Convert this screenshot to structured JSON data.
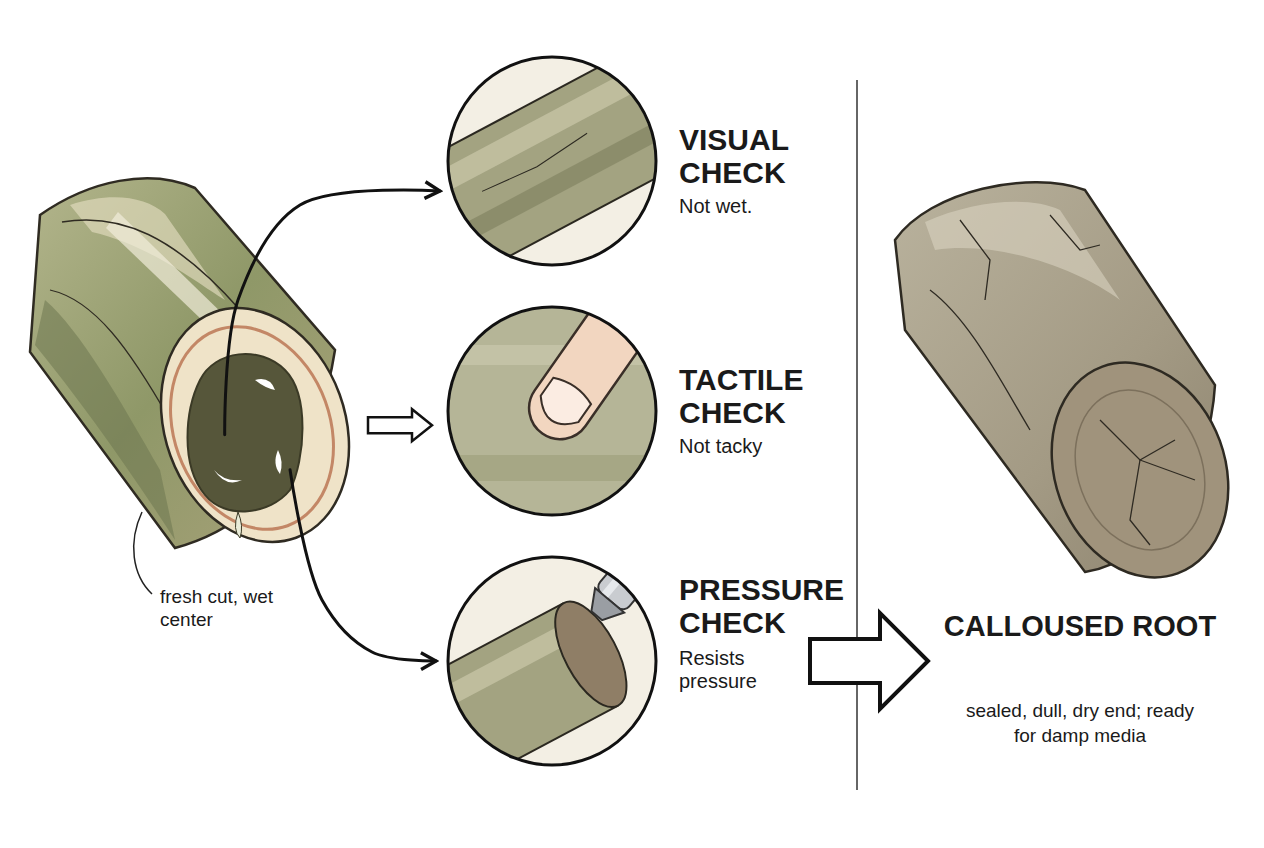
{
  "diagram": {
    "nodes": [
      {
        "text": [
          "fresh cut, wet center"
        ]
      },
      {
        "text": [
          "VISUAL CHECK",
          "Not wet."
        ]
      },
      {
        "text": [
          "TACTILE CHECK",
          "Not tacky"
        ]
      },
      {
        "text": [
          "PRESSURE CHECK",
          "Resists pressure"
        ]
      },
      {
        "text": [
          "CALLOUSED ROOT",
          "sealed, dull, dry end; ready for damp media"
        ]
      }
    ],
    "edges": [
      {
        "from": 0,
        "to": 1,
        "arrow": "to"
      },
      {
        "from": 0,
        "to": 2,
        "arrow": "to"
      },
      {
        "from": 0,
        "to": 3,
        "arrow": "to"
      },
      {
        "from": 3,
        "to": 4,
        "arrow": "to"
      }
    ]
  }
}
